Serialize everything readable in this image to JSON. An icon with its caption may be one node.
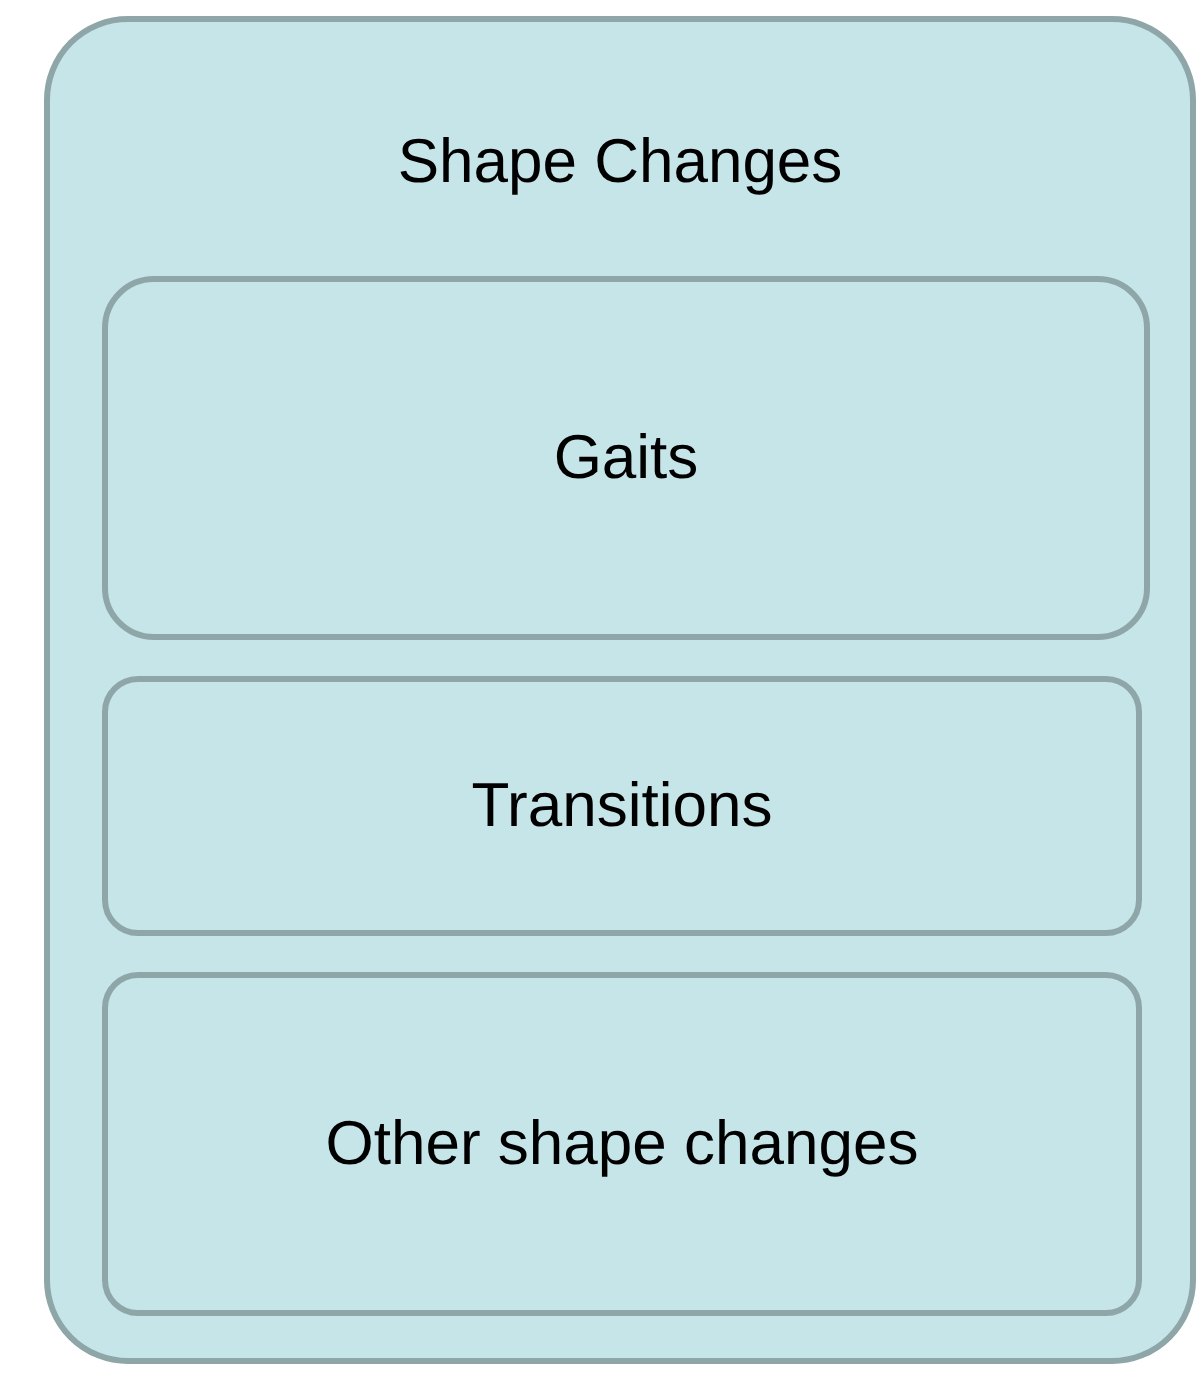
{
  "diagram": {
    "nodes": [
      {
        "text": [
          "Shape Changes"
        ]
      },
      {
        "text": [
          "Gaits"
        ],
        "in": 0
      },
      {
        "text": [
          "Transitions"
        ],
        "in": 0
      },
      {
        "text": [
          "Other shape changes"
        ],
        "in": 0
      }
    ]
  }
}
